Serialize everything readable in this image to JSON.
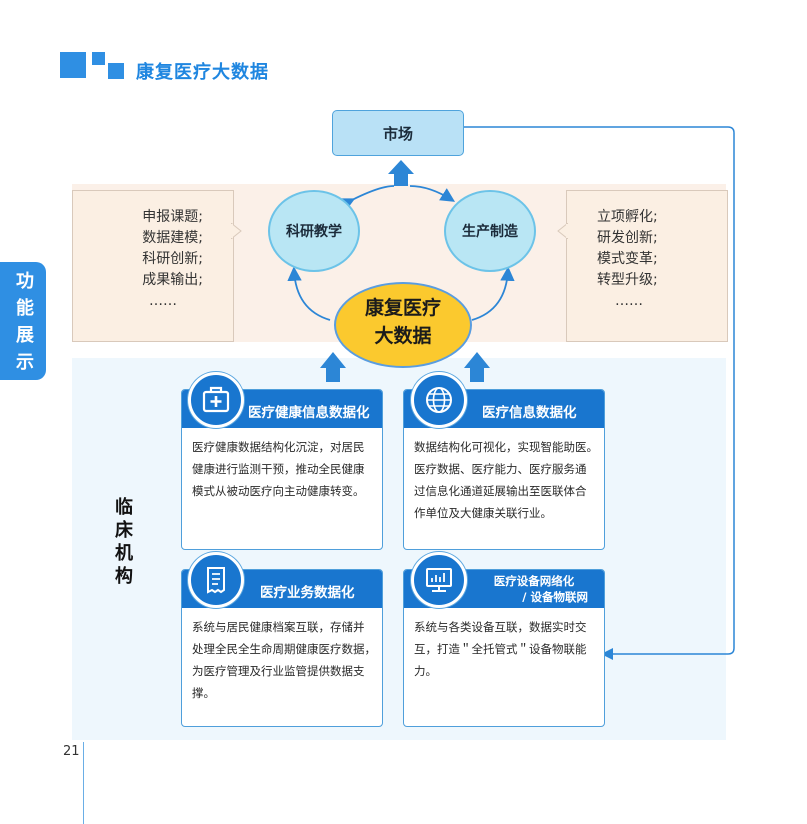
{
  "header": {
    "title": "康复医疗大数据"
  },
  "side_tab": {
    "text": "功能展示"
  },
  "market": {
    "label": "市场"
  },
  "research_circle": {
    "label": "科研教学"
  },
  "production_circle": {
    "label": "生产制造"
  },
  "core": {
    "line1": "康复医疗",
    "line2": "大数据"
  },
  "research_items": [
    "申报课题;",
    "数据建模;",
    "科研创新;",
    "成果输出;",
    "……"
  ],
  "production_items": [
    "立项孵化;",
    "研发创新;",
    "模式变革;",
    "转型升级;",
    "……"
  ],
  "clinic": {
    "label": "临床机构"
  },
  "cards": [
    {
      "title": "医疗健康信息数据化",
      "icon": "medical-kit-icon",
      "lines": [
        "医疗健康数据结构化沉淀，对居民",
        "健康进行监测干预，推动全民健康",
        "模式从被动医疗向主动健康转变。"
      ]
    },
    {
      "title": "医疗信息数据化",
      "icon": "globe-icon",
      "lines": [
        "数据结构化可视化，实现智能助医。",
        "医疗数据、医疗能力、医疗服务通",
        "过信息化通道延展输出至医联体合",
        "作单位及大健康关联行业。"
      ]
    },
    {
      "title": "医疗业务数据化",
      "icon": "document-scroll-icon",
      "lines": [
        "系统与居民健康档案互联，存储并",
        "处理全民全生命周期健康医疗数据，",
        "为医疗管理及行业监管提供数据支",
        "撑。"
      ]
    },
    {
      "title_line1": "医疗设备网络化",
      "title_line2": "/ 设备物联网",
      "icon": "monitor-chart-icon",
      "lines": [
        "系统与各类设备互联，数据实时交",
        "互，打造＂全托管式＂设备物联能",
        "力。"
      ]
    }
  ],
  "footer": {
    "page_number": "21"
  },
  "colors": {
    "primary_blue": "#1976cf",
    "accent_blue": "#2f8fe3",
    "core_yellow": "#fbc92e",
    "circle_cyan": "#b9e6f4",
    "research_band": "#fbf0e8",
    "clinic_band": "#eef7fd"
  }
}
